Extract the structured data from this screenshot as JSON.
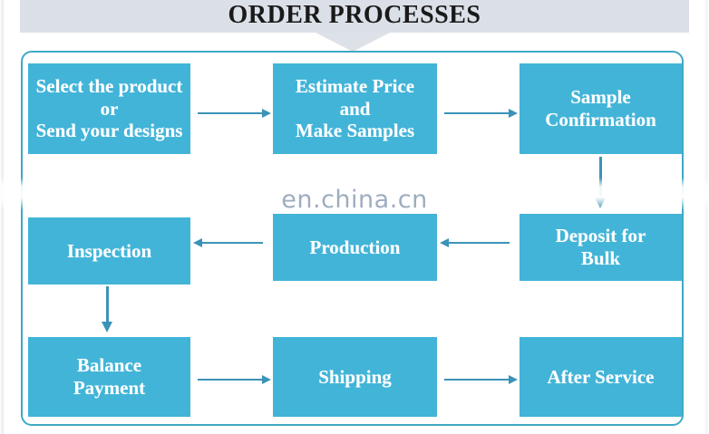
{
  "header": {
    "title": "ORDER PROCESSES",
    "banner_color": "#dbe0e8",
    "chevron_color": "#dde1e8",
    "title_color": "#1a1a1a"
  },
  "theme": {
    "box_fill": "#41b4d8",
    "box_text": "#ffffff",
    "arrow_color": "#3b93b8",
    "frame_border": "#3fa9c4",
    "page_background": "#ffffff"
  },
  "watermark": {
    "text": "en.china.cn",
    "color": "#788ea8"
  },
  "chart_data": {
    "type": "flowchart",
    "title": "ORDER PROCESSES",
    "nodes": [
      {
        "id": "n1",
        "label": "Select the product\nor\nSend your designs",
        "row": 1,
        "col": 1
      },
      {
        "id": "n2",
        "label": "Estimate Price\nand\nMake Samples",
        "row": 1,
        "col": 2
      },
      {
        "id": "n3",
        "label": "Sample\nConfirmation",
        "row": 1,
        "col": 3
      },
      {
        "id": "n4",
        "label": "Deposit for\nBulk",
        "row": 2,
        "col": 3
      },
      {
        "id": "n5",
        "label": "Production",
        "row": 2,
        "col": 2
      },
      {
        "id": "n6",
        "label": "Inspection",
        "row": 2,
        "col": 1
      },
      {
        "id": "n7",
        "label": "Balance\nPayment",
        "row": 3,
        "col": 1
      },
      {
        "id": "n8",
        "label": "Shipping",
        "row": 3,
        "col": 2
      },
      {
        "id": "n9",
        "label": "After Service",
        "row": 3,
        "col": 3
      }
    ],
    "edges": [
      {
        "from": "n1",
        "to": "n2",
        "direction": "right"
      },
      {
        "from": "n2",
        "to": "n3",
        "direction": "right"
      },
      {
        "from": "n3",
        "to": "n4",
        "direction": "down"
      },
      {
        "from": "n4",
        "to": "n5",
        "direction": "left"
      },
      {
        "from": "n5",
        "to": "n6",
        "direction": "left"
      },
      {
        "from": "n6",
        "to": "n7",
        "direction": "down"
      },
      {
        "from": "n7",
        "to": "n8",
        "direction": "right"
      },
      {
        "from": "n8",
        "to": "n9",
        "direction": "right"
      }
    ]
  },
  "nodes": {
    "n1": {
      "line1": "Select the product",
      "line2": "or",
      "line3": "Send your designs"
    },
    "n2": {
      "line1": "Estimate Price",
      "line2": "and",
      "line3": "Make Samples"
    },
    "n3": {
      "line1": "Sample",
      "line2": "Confirmation"
    },
    "n4": {
      "line1": "Deposit for",
      "line2": "Bulk"
    },
    "n5": {
      "line1": "Production"
    },
    "n6": {
      "line1": "Inspection"
    },
    "n7": {
      "line1": "Balance",
      "line2": "Payment"
    },
    "n8": {
      "line1": "Shipping"
    },
    "n9": {
      "line1": "After Service"
    }
  }
}
